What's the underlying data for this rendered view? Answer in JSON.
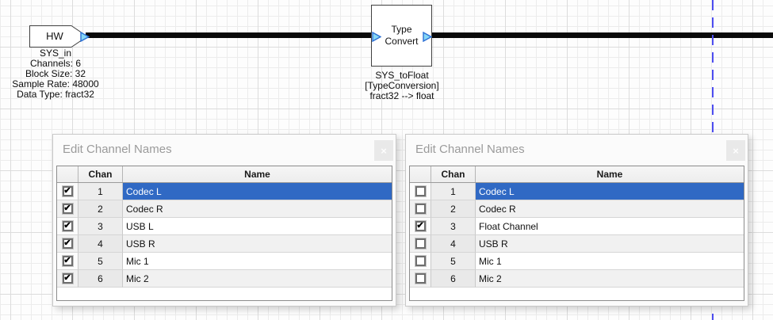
{
  "canvas": {
    "hw_block": {
      "label": "HW",
      "caption": [
        "SYS_in",
        "Channels: 6",
        "Block Size: 32",
        "Sample Rate: 48000",
        "Data Type: fract32"
      ]
    },
    "type_convert_block": {
      "label_lines": [
        "Type",
        "Convert"
      ],
      "caption": [
        "SYS_toFloat",
        "[TypeConversion]",
        "fract32 --> float"
      ]
    }
  },
  "colors": {
    "selection_blue": "#3069c4",
    "wire_black": "#0a0a0a",
    "pin_fill": "#86d7f5",
    "pin_stroke": "#2b6fd4",
    "dashed_guide_blue": "#4d4df0"
  },
  "dialogs": [
    {
      "title": "Edit Channel Names",
      "close_label": "×",
      "columns": {
        "checkbox": "",
        "chan": "Chan",
        "name": "Name"
      },
      "rows": [
        {
          "chan": "1",
          "name": "Codec L",
          "checked": true,
          "selected": true
        },
        {
          "chan": "2",
          "name": "Codec R",
          "checked": true,
          "selected": false
        },
        {
          "chan": "3",
          "name": "USB L",
          "checked": true,
          "selected": false
        },
        {
          "chan": "4",
          "name": "USB R",
          "checked": true,
          "selected": false
        },
        {
          "chan": "5",
          "name": "Mic 1",
          "checked": true,
          "selected": false
        },
        {
          "chan": "6",
          "name": "Mic 2",
          "checked": true,
          "selected": false
        }
      ]
    },
    {
      "title": "Edit Channel Names",
      "close_label": "×",
      "columns": {
        "checkbox": "",
        "chan": "Chan",
        "name": "Name"
      },
      "rows": [
        {
          "chan": "1",
          "name": "Codec L",
          "checked": false,
          "selected": true
        },
        {
          "chan": "2",
          "name": "Codec R",
          "checked": false,
          "selected": false
        },
        {
          "chan": "3",
          "name": "Float Channel",
          "checked": true,
          "selected": false
        },
        {
          "chan": "4",
          "name": "USB R",
          "checked": false,
          "selected": false
        },
        {
          "chan": "5",
          "name": "Mic 1",
          "checked": false,
          "selected": false
        },
        {
          "chan": "6",
          "name": "Mic 2",
          "checked": false,
          "selected": false
        }
      ]
    }
  ],
  "checkmark": "✔"
}
